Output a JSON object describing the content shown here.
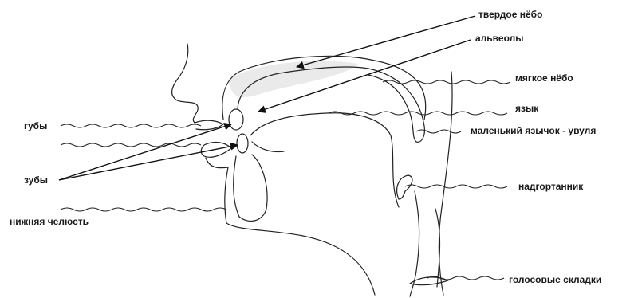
{
  "labels": {
    "hard_palate": "твердое нёбо",
    "alveoli": "альвеолы",
    "soft_palate": "мягкое нёбо",
    "tongue": "язык",
    "uvula": "маленький язычок - увуля",
    "epiglottis": "надгортанник",
    "vocal_folds": "голосовые складки",
    "lips": "губы",
    "teeth": "зубы",
    "lower_jaw": "нижняя челюсть"
  }
}
